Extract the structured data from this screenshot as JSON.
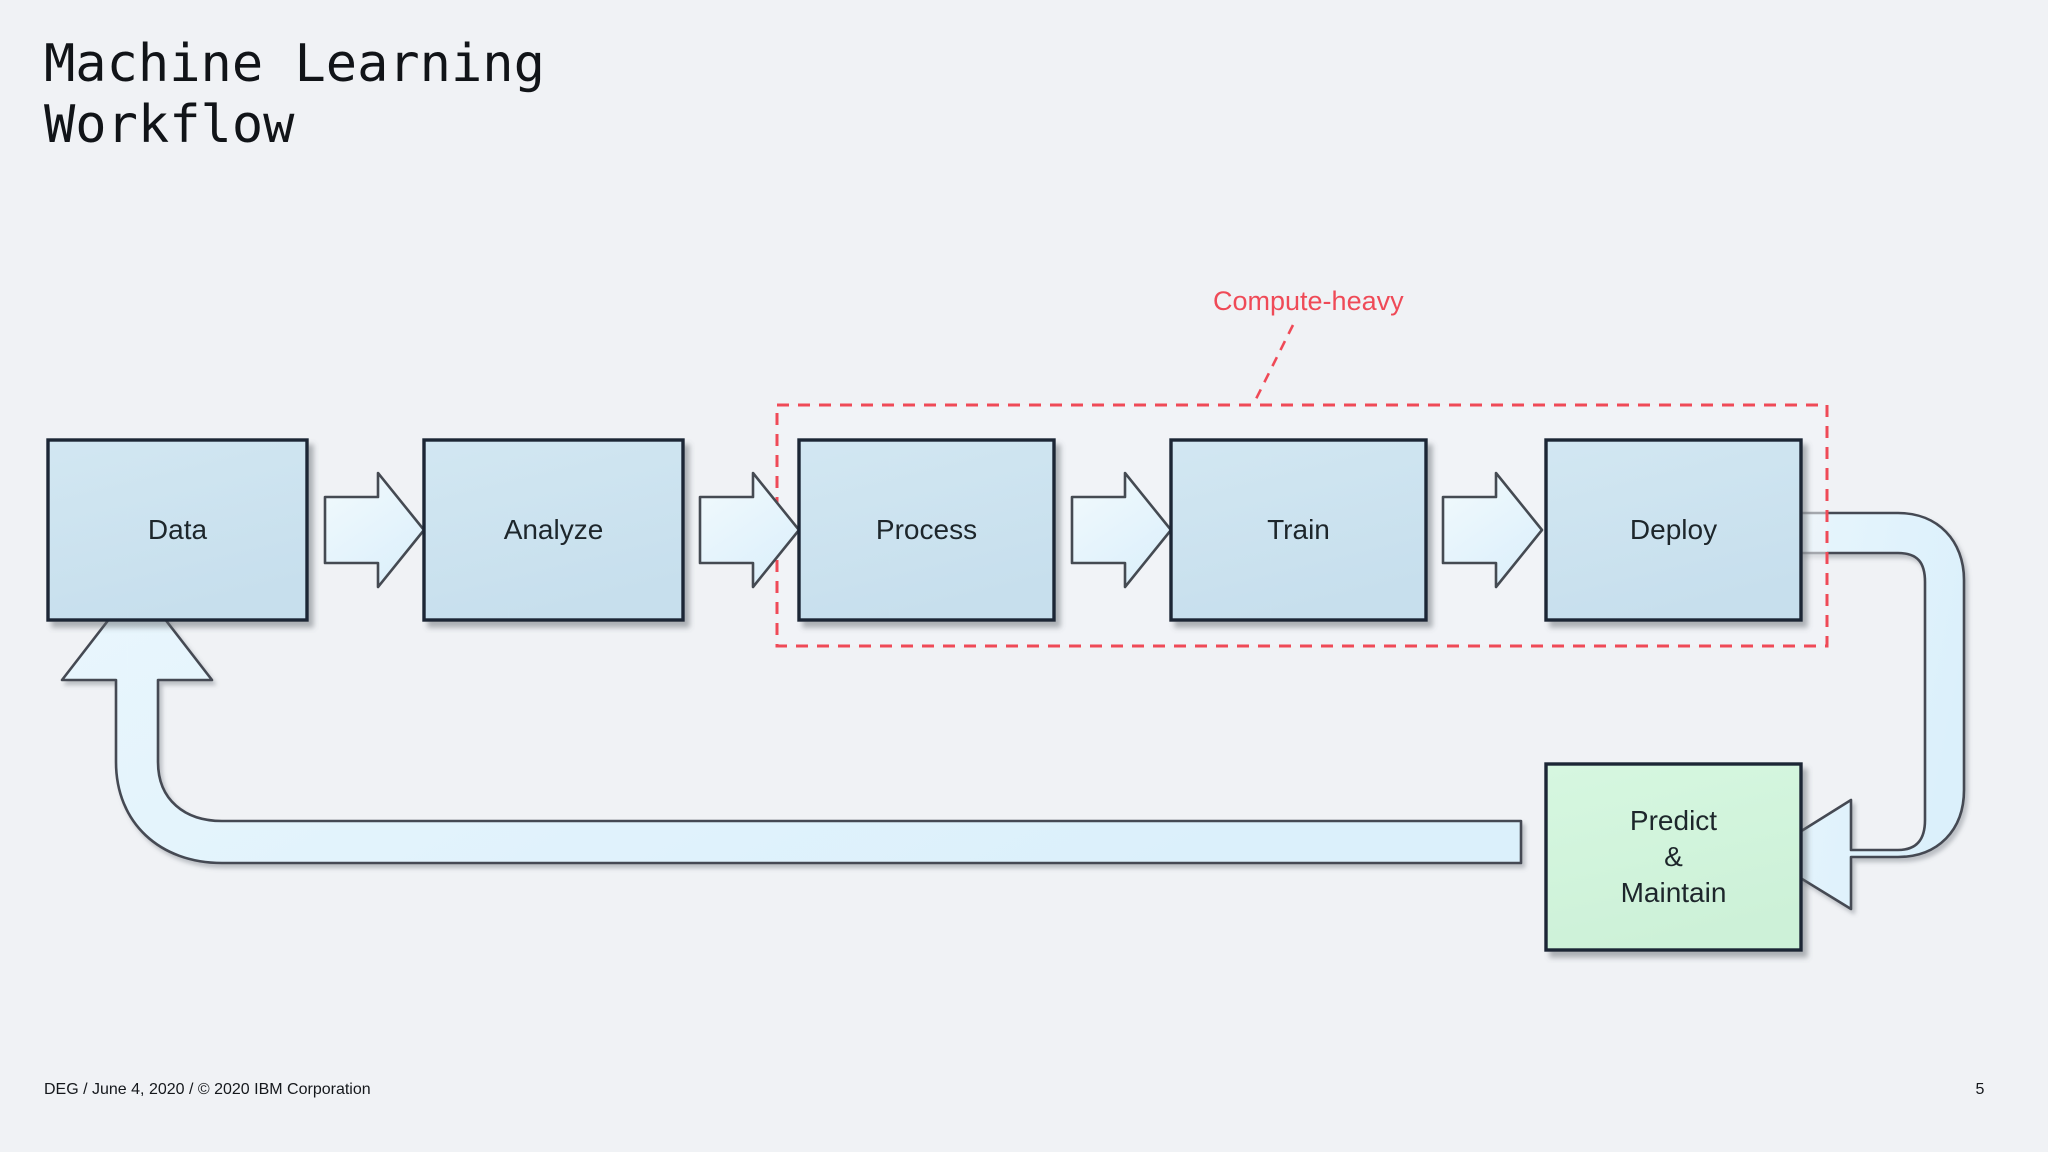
{
  "slide": {
    "title": "Machine Learning\nWorkflow",
    "background_color": "#f0f2f5"
  },
  "annotation": {
    "label": "Compute-heavy",
    "color": "#ef4a57",
    "region_style": "dashed-rectangle",
    "covers": [
      "Process",
      "Train",
      "Deploy"
    ]
  },
  "flow": {
    "nodes": [
      {
        "id": "data",
        "label": "Data",
        "fill": "#cfe3ef",
        "stroke": "#1b2535",
        "text_color": "#1d262b"
      },
      {
        "id": "analyze",
        "label": "Analyze",
        "fill": "#cfe3ef",
        "stroke": "#1b2535",
        "text_color": "#1d262b"
      },
      {
        "id": "process",
        "label": "Process",
        "fill": "#cfe3ef",
        "stroke": "#1b2535",
        "text_color": "#1d262b"
      },
      {
        "id": "train",
        "label": "Train",
        "fill": "#cfe3ef",
        "stroke": "#1b2535",
        "text_color": "#1d262b"
      },
      {
        "id": "deploy",
        "label": "Deploy",
        "fill": "#cfe3ef",
        "stroke": "#1b2535",
        "text_color": "#1d262b"
      },
      {
        "id": "predict",
        "label": "Predict\n&\nMaintain",
        "fill": "#d3f5dd",
        "stroke": "#1b2535",
        "text_color": "#1d262b"
      }
    ],
    "connectors": [
      {
        "id": "data-to-analyze",
        "type": "block-arrow-right",
        "fill": "#e8f4fb",
        "stroke": "#454a52"
      },
      {
        "id": "analyze-to-process",
        "type": "block-arrow-right",
        "fill": "#e8f4fb",
        "stroke": "#454a52"
      },
      {
        "id": "process-to-train",
        "type": "block-arrow-right",
        "fill": "#e8f4fb",
        "stroke": "#454a52"
      },
      {
        "id": "train-to-deploy",
        "type": "block-arrow-right",
        "fill": "#e8f4fb",
        "stroke": "#454a52"
      },
      {
        "id": "deploy-to-predict",
        "type": "curved-arrow-left",
        "fill": "#ddf0fb",
        "stroke": "#454a52"
      },
      {
        "id": "predict-to-data",
        "type": "curved-arrow-up",
        "fill": "#ddf0fb",
        "stroke": "#454a52"
      }
    ]
  },
  "footer": {
    "left": "DEG / June 4, 2020 / © 2020 IBM Corporation",
    "page": "5"
  }
}
